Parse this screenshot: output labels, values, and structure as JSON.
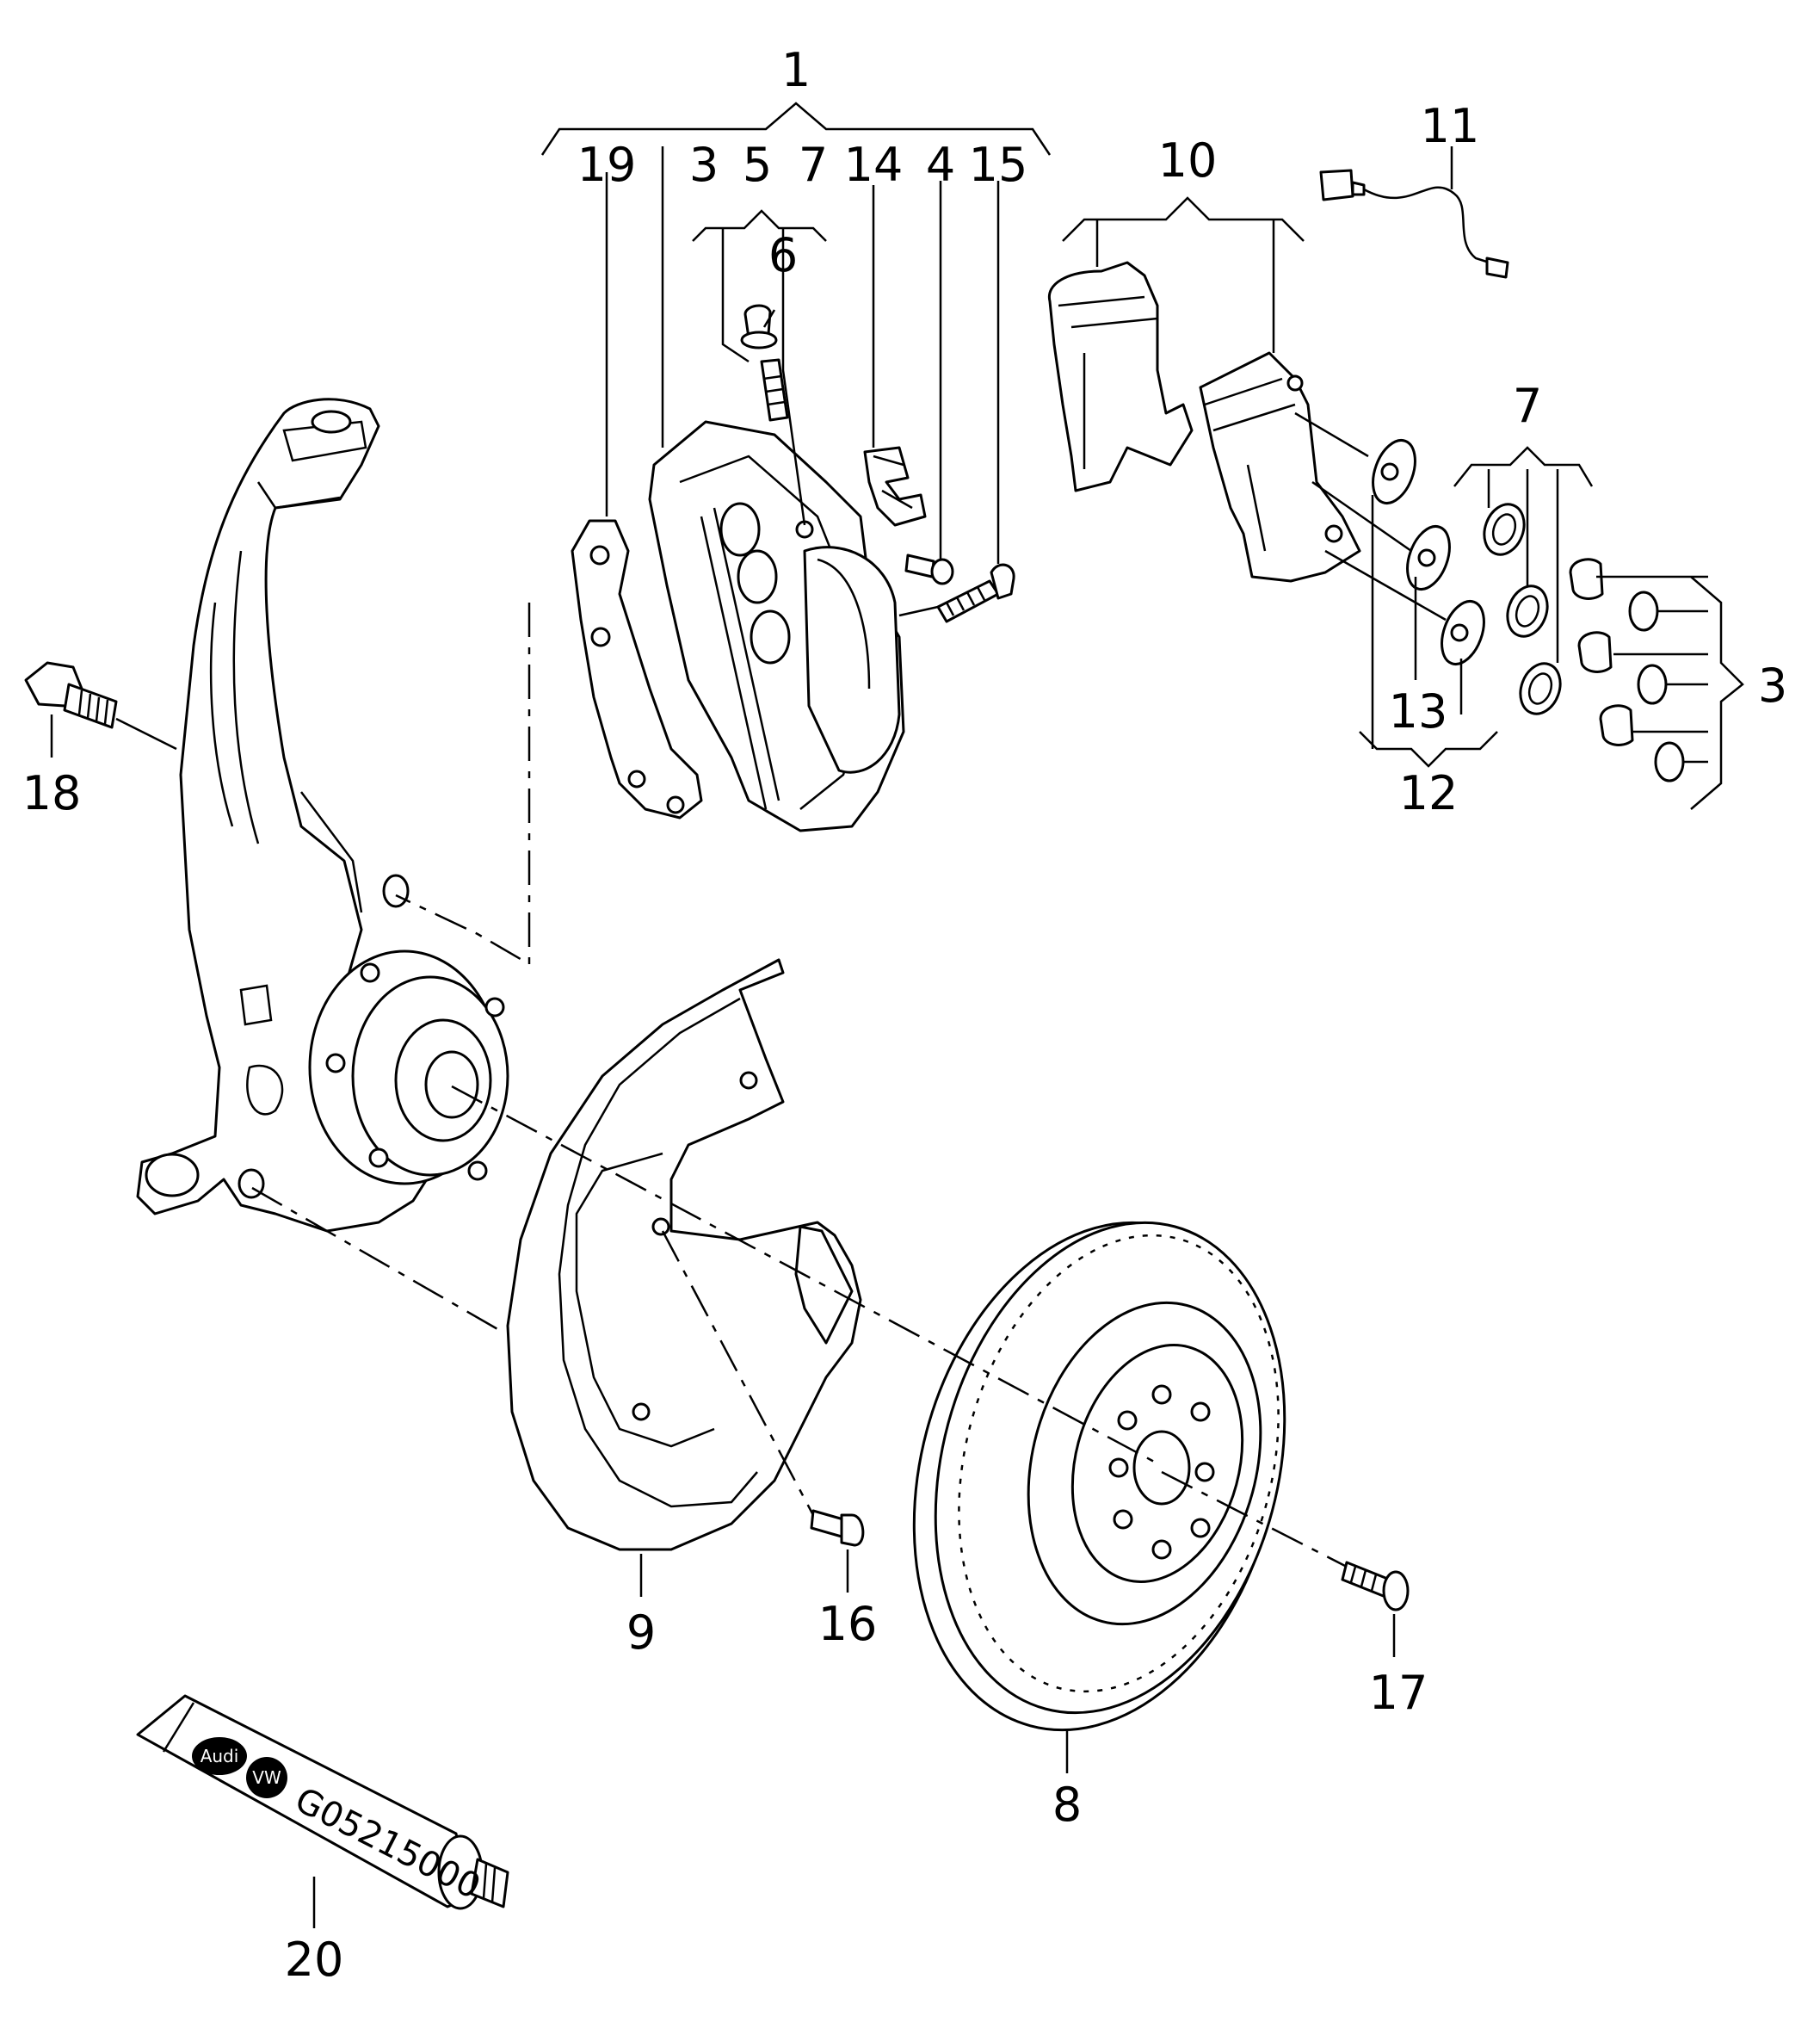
{
  "colors": {
    "line": "#000000",
    "background": "#ffffff"
  },
  "callouts": {
    "c1": "1",
    "c3a": "3",
    "c5": "5",
    "c7a": "7",
    "c14": "14",
    "c4": "4",
    "c15": "15",
    "c19": "19",
    "c6": "6",
    "c10": "10",
    "c11": "11",
    "c7b": "7",
    "c3b": "3",
    "c13": "13",
    "c12": "12",
    "c18": "18",
    "c9": "9",
    "c16": "16",
    "c17": "17",
    "c8": "8",
    "c20": "20"
  },
  "tube": {
    "part_number": "G05215000",
    "logo_brand": "Audi",
    "logo_vw": "VW"
  }
}
